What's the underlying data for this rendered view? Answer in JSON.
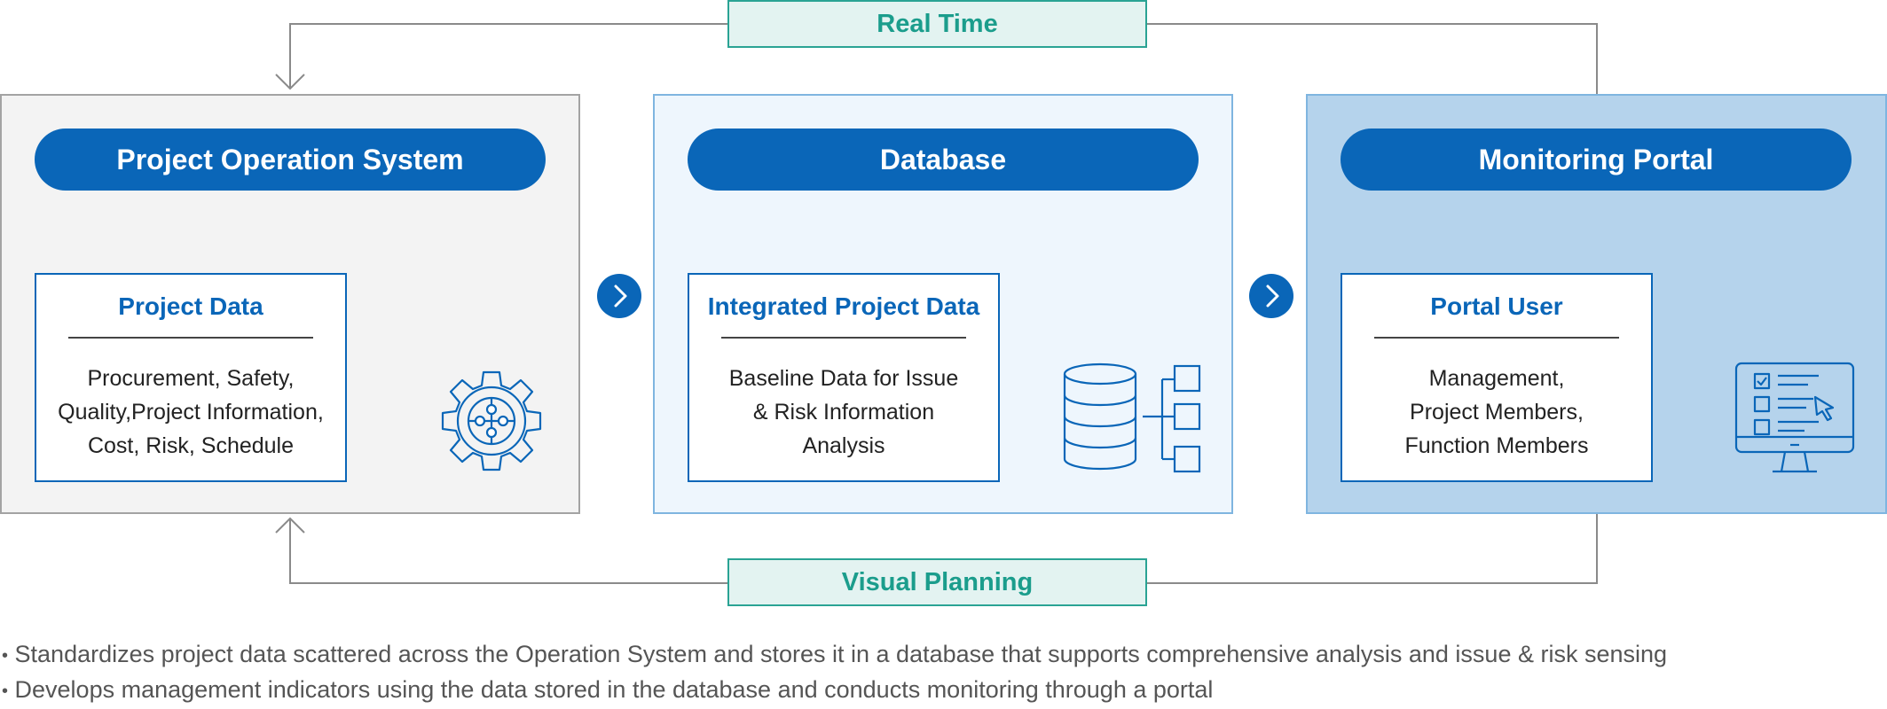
{
  "top_tag": "Real Time",
  "bottom_tag": "Visual Planning",
  "colors": {
    "brand_blue": "#0a66b8",
    "teal_text": "#1b9d8c",
    "teal_fill": "#e3f3f1",
    "panel1_fill": "#f3f3f3",
    "panel2_fill": "#eef6fd",
    "panel3_fill": "#b5d3ec"
  },
  "panels": [
    {
      "title": "Project Operation System",
      "card_title": "Project Data",
      "card_lines": [
        "Procurement, Safety,",
        "Quality,Project Information,",
        "Cost, Risk, Schedule"
      ],
      "icon": "gear-puzzle-icon"
    },
    {
      "title": "Database",
      "card_title": "Integrated Project Data",
      "card_lines": [
        "Baseline Data for Issue",
        "& Risk Information",
        "Analysis"
      ],
      "icon": "database-tree-icon"
    },
    {
      "title": "Monitoring Portal",
      "card_title": "Portal User",
      "card_lines": [
        "Management,",
        "Project Members,",
        "Function Members"
      ],
      "icon": "monitor-checklist-icon"
    }
  ],
  "notes": [
    "Standardizes project data scattered across the Operation System and stores it in a database that supports comprehensive analysis and issue & risk sensing",
    "Develops management indicators using the data stored in the database and conducts monitoring through a portal"
  ]
}
